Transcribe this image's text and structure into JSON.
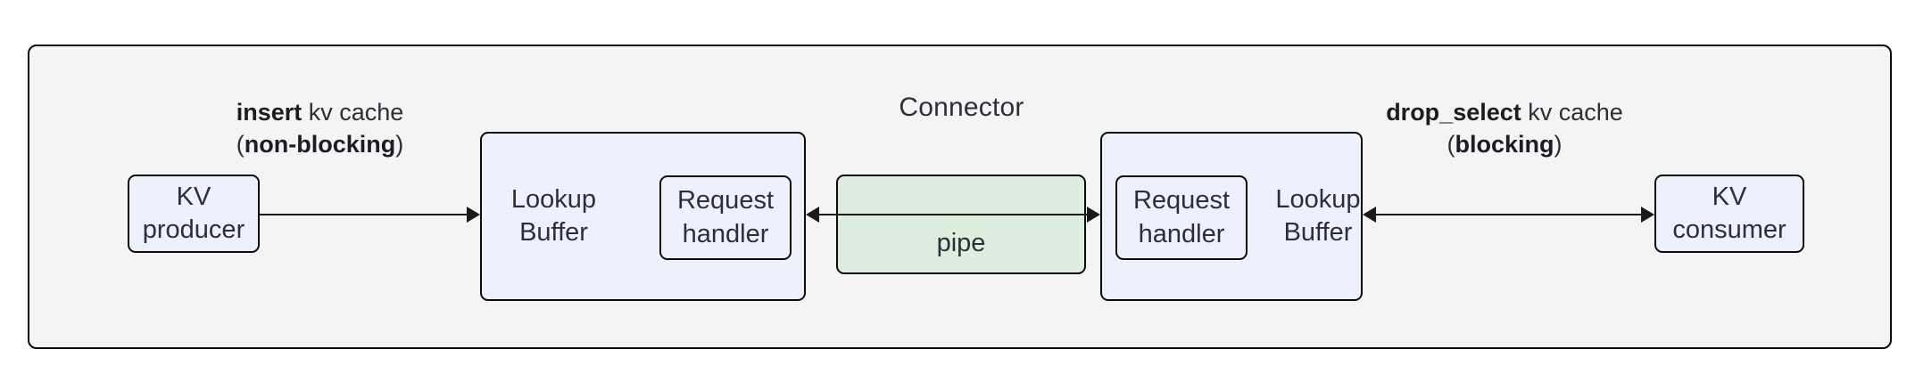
{
  "diagram": {
    "title": "Connector",
    "nodes": {
      "kv_producer": {
        "label": "KV\nproducer"
      },
      "lookup_buffer_left": {
        "label": "Lookup\nBuffer"
      },
      "request_handler_left": {
        "label": "Request\nhandler"
      },
      "pipe": {
        "label": "pipe"
      },
      "lookup_buffer_right": {
        "label": "Lookup\nBuffer"
      },
      "request_handler_right": {
        "label": "Request\nhandler"
      },
      "kv_consumer": {
        "label": "KV\nconsumer"
      }
    },
    "edges": {
      "insert": {
        "op": "insert",
        "rest": " kv cache",
        "paren_open": "(",
        "mode": "non-blocking",
        "paren_close": ")",
        "direction": "right"
      },
      "pipe_link": {
        "direction": "bidirectional"
      },
      "drop_select": {
        "op": "drop_select",
        "rest": " kv cache",
        "paren_open": "(",
        "mode": "blocking",
        "paren_close": ")",
        "direction": "bidirectional"
      }
    },
    "colors": {
      "container_fill": "#f4f4f4",
      "node_fill": "#edf1fc",
      "pipe_fill": "#ddeede",
      "stroke": "#0b0b0b",
      "text": "#2b2f38"
    }
  }
}
